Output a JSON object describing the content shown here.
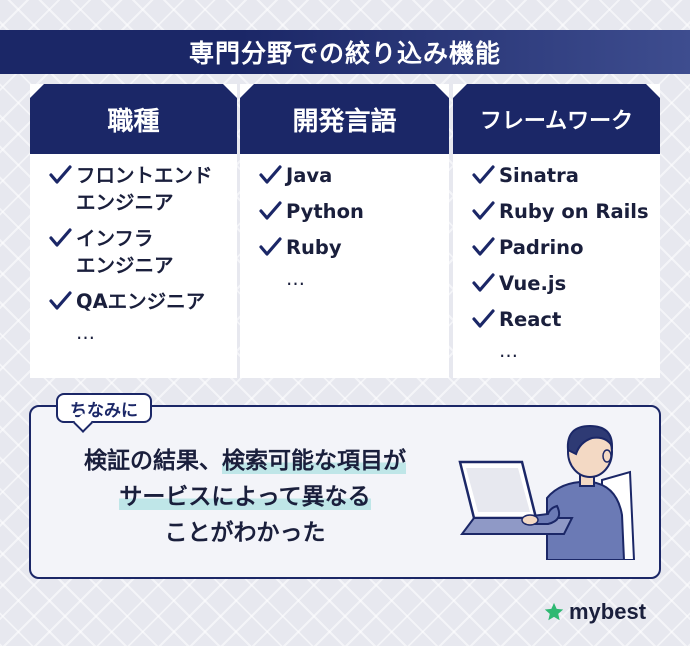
{
  "title": "専門分野での絞り込み機能",
  "columns": [
    {
      "heading": "職種",
      "items": [
        [
          "フロントエンド",
          "エンジニア"
        ],
        [
          "インフラ",
          "エンジニア"
        ],
        [
          "QAエンジニア"
        ]
      ],
      "more": "…"
    },
    {
      "heading": "開発言語",
      "items": [
        [
          "Java"
        ],
        [
          "Python"
        ],
        [
          "Ruby"
        ]
      ],
      "more": "…"
    },
    {
      "heading": "フレームワーク",
      "items": [
        [
          "Sinatra"
        ],
        [
          "Ruby on Rails"
        ],
        [
          "Padrino"
        ],
        [
          "Vue.js"
        ],
        [
          "React"
        ]
      ],
      "more": "…"
    }
  ],
  "note": {
    "tag": "ちなみに",
    "line1_pre": "検証の結果、",
    "line1_hl": "検索可能な項目が",
    "line2_hl": "サービスによって異なる",
    "line3": "ことがわかった"
  },
  "logo": {
    "text": "mybest",
    "icon": "star-icon",
    "icon_color": "#2eb872"
  },
  "colors": {
    "navy": "#1b2767",
    "highlight": "#bfe6e8"
  }
}
